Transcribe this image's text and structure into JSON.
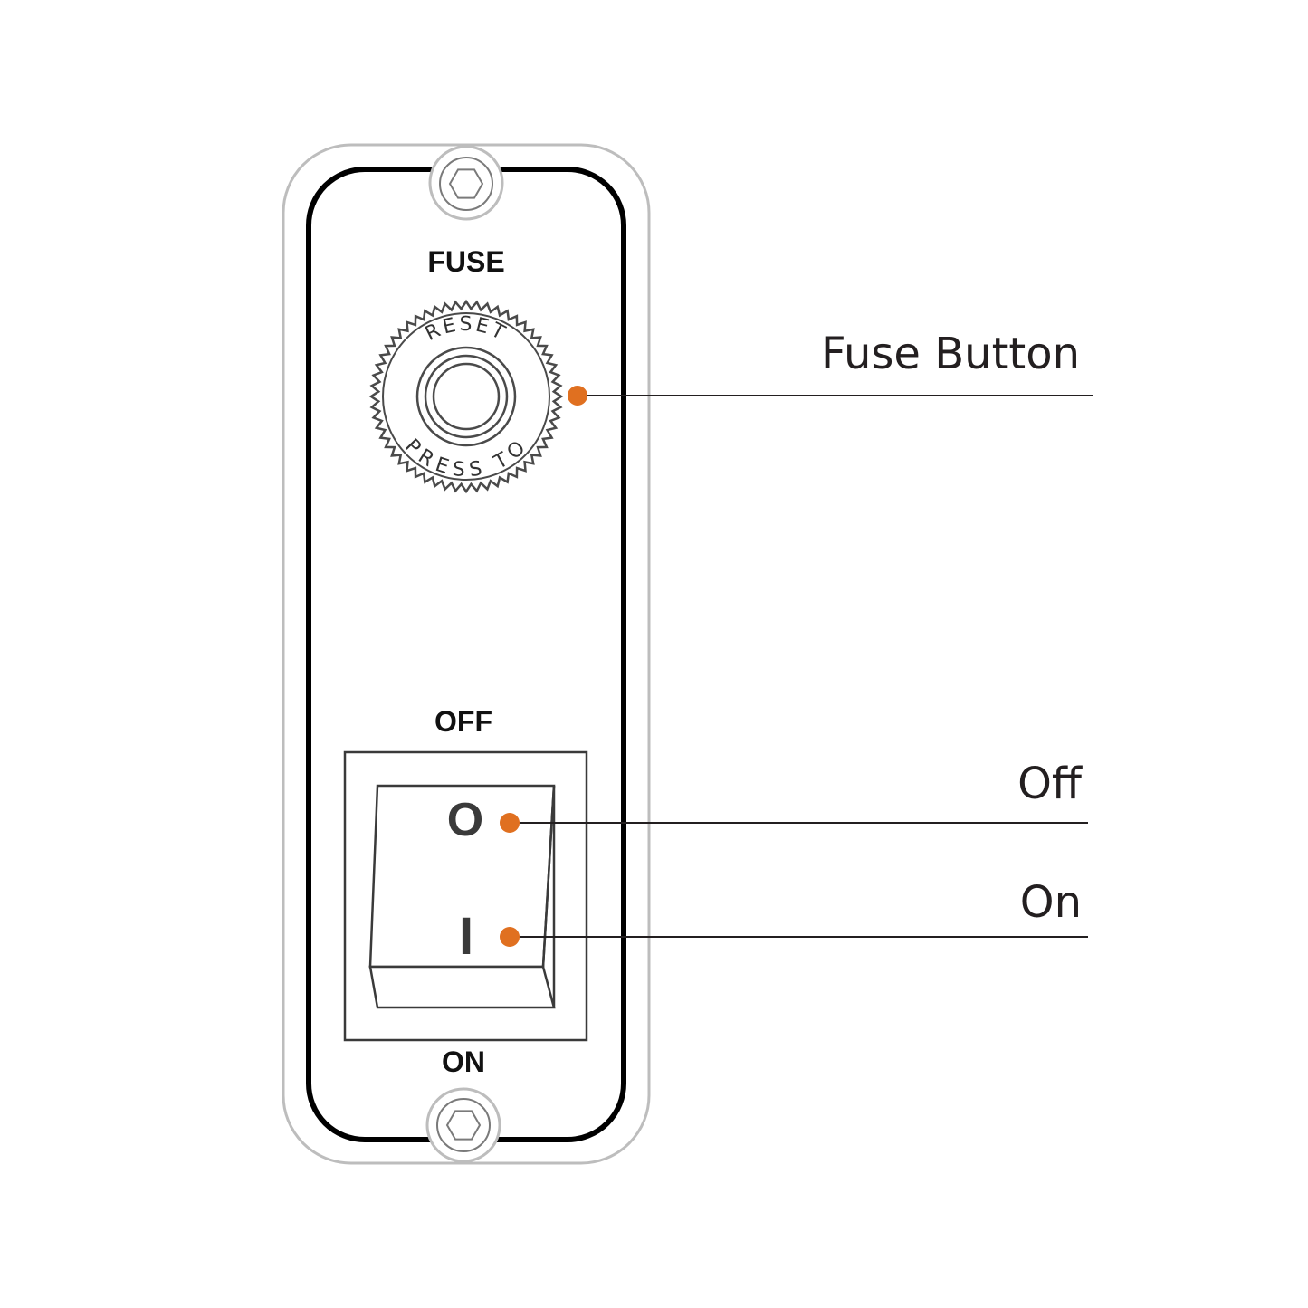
{
  "panel": {
    "fuse_label": "FUSE",
    "off_label": "OFF",
    "on_label": "ON"
  },
  "fuse_button": {
    "ring_text_top": "RESET",
    "ring_text_bottom": "PRESS TO"
  },
  "rocker_switch": {
    "off_symbol": "O",
    "on_symbol": "I"
  },
  "callouts": {
    "fuse_button": "Fuse Button",
    "off": "Off",
    "on": "On"
  },
  "colors": {
    "accent": "#e07020",
    "outline": "#000000",
    "plate": "#bdbdbd",
    "text": "#231f20"
  },
  "icons": [
    "hex-screw-icon",
    "reset-button-icon",
    "rocker-switch-icon"
  ]
}
